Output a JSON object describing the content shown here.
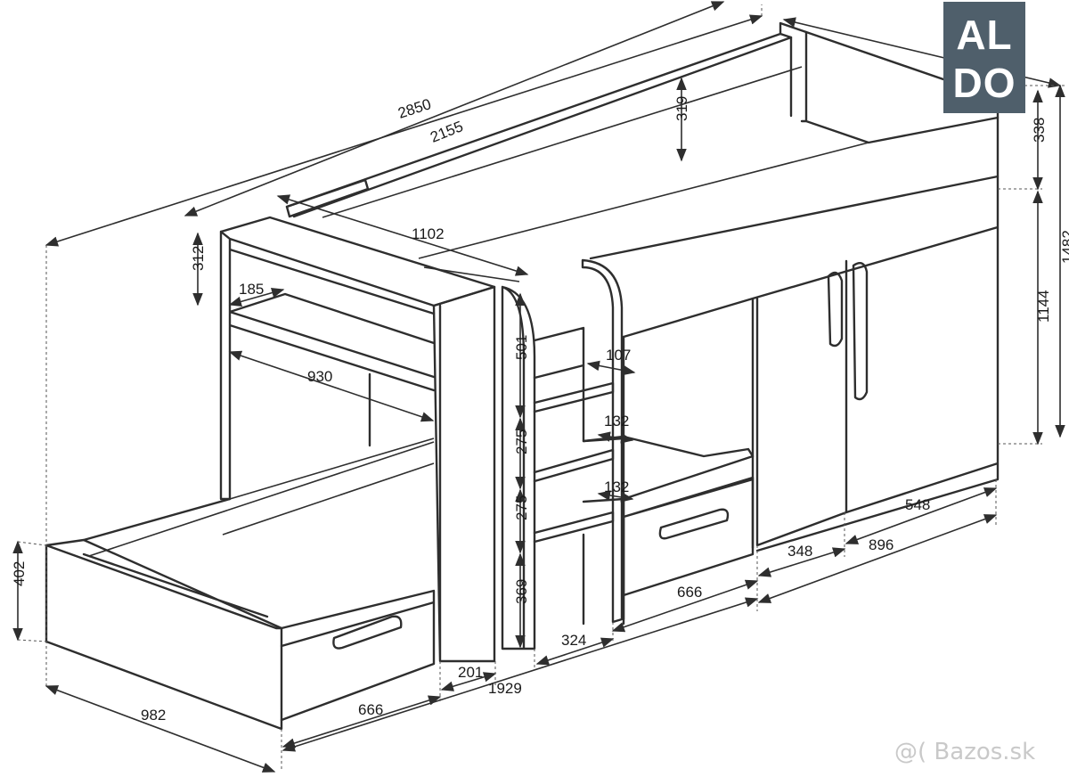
{
  "logo": {
    "line1": "AL",
    "line2": "DO",
    "color": "#4f5f6b"
  },
  "watermark": {
    "symbol": "@(",
    "text": "Bazos.sk"
  },
  "dimensions": {
    "d2850": "2850",
    "d2155": "2155",
    "d1102": "1102",
    "d319": "319",
    "d338": "338",
    "d1482": "1482",
    "d1144": "1144",
    "d312": "312",
    "d185": "185",
    "d930": "930",
    "d501": "501",
    "d107": "107",
    "d132a": "132",
    "d275a": "275",
    "d132b": "132",
    "d275b": "275",
    "d369": "369",
    "d548": "548",
    "d348": "348",
    "d896": "896",
    "d666a": "666",
    "d324": "324",
    "d201": "201",
    "d1929": "1929",
    "d666b": "666",
    "d402": "402",
    "d982": "982"
  }
}
